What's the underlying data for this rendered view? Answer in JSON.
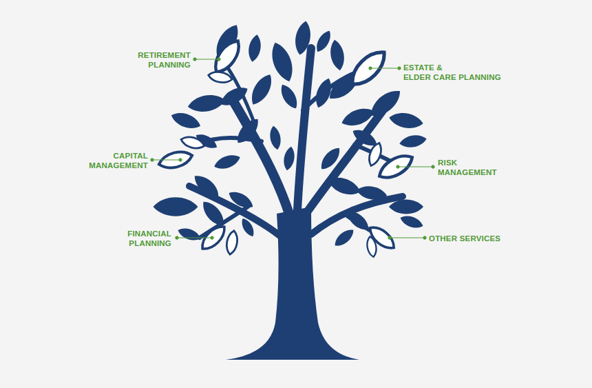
{
  "diagram": {
    "labels": [
      "RETIREMENT PLANNING",
      "ESTATE & ELDER CARE PLANNING",
      "CAPITAL MANAGEMENT",
      "RISK MANAGEMENT",
      "FINANCIAL PLANNING",
      "OTHER SERVICES"
    ]
  }
}
